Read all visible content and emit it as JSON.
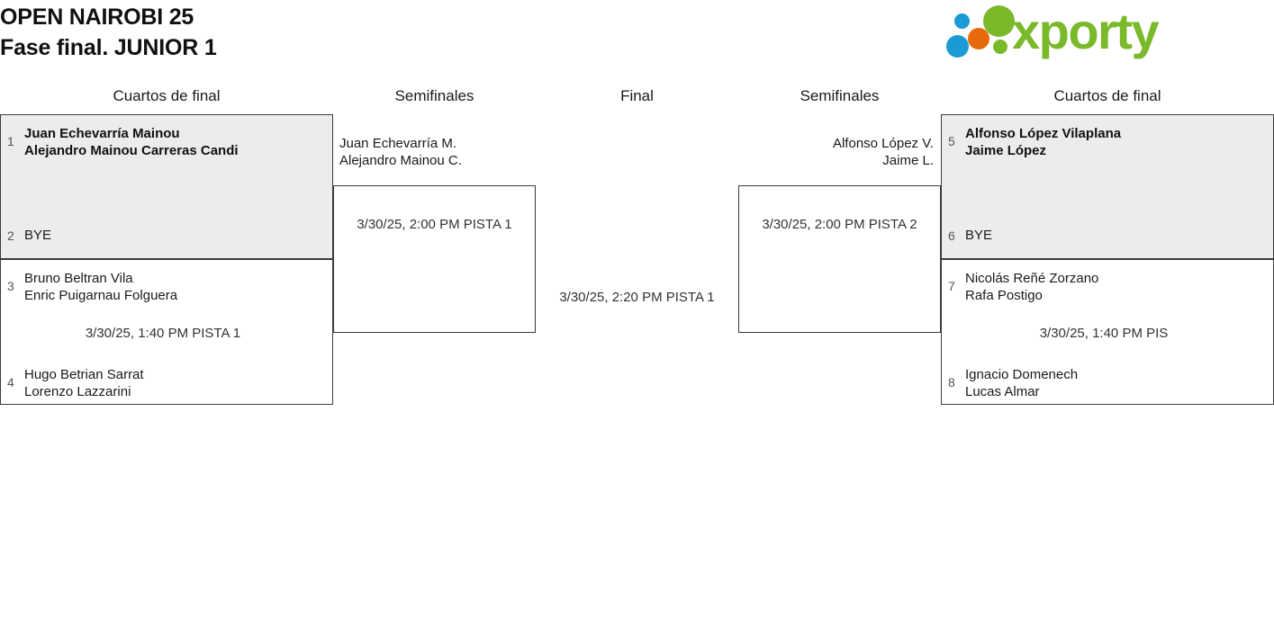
{
  "header": {
    "title_line1": "OPEN NAIROBI 25",
    "title_line2": "Fase final. JUNIOR 1",
    "logo_text": "xporty",
    "logo_colors": {
      "green": "#7ab929",
      "blue": "#1b9ad6",
      "orange": "#e8690b"
    }
  },
  "rounds": [
    {
      "label": "Cuartos de final"
    },
    {
      "label": "Semifinales"
    },
    {
      "label": "Final"
    },
    {
      "label": "Semifinales"
    },
    {
      "label": "Cuartos de final"
    }
  ],
  "left_quarterfinals": [
    {
      "highlighted": true,
      "top": {
        "seed": "1",
        "line1": "Juan Echevarría Mainou",
        "line2": "Alejandro Mainou Carreras Candi",
        "winner": true
      },
      "bottom": {
        "seed": "2",
        "line1": "BYE",
        "line2": "",
        "winner": false
      },
      "info": ""
    },
    {
      "highlighted": false,
      "top": {
        "seed": "3",
        "line1": "Bruno Beltran Vila",
        "line2": "Enric Puigarnau Folguera",
        "winner": false
      },
      "bottom": {
        "seed": "4",
        "line1": "Hugo Betrian Sarrat",
        "line2": "Lorenzo Lazzarini",
        "winner": false
      },
      "info": "3/30/25, 1:40 PM PISTA 1"
    }
  ],
  "right_quarterfinals": [
    {
      "highlighted": true,
      "top": {
        "seed": "5",
        "line1": "Alfonso López Vilaplana",
        "line2": "Jaime López",
        "winner": true
      },
      "bottom": {
        "seed": "6",
        "line1": "BYE",
        "line2": "",
        "winner": false
      },
      "info": ""
    },
    {
      "highlighted": false,
      "top": {
        "seed": "7",
        "line1": "Nicolás Reñé Zorzano",
        "line2": "Rafa Postigo",
        "winner": false
      },
      "bottom": {
        "seed": "8",
        "line1": "Ignacio Domenech",
        "line2": "Lucas Almar",
        "winner": false
      },
      "info": "3/30/25, 1:40 PM PIS"
    }
  ],
  "left_semifinal": {
    "feeder_line1": "Juan Echevarría M.",
    "feeder_line2": "Alejandro Mainou C.",
    "info": "3/30/25, 2:00 PM PISTA 1"
  },
  "right_semifinal": {
    "feeder_line1": "Alfonso López V.",
    "feeder_line2": "Jaime L.",
    "info": "3/30/25, 2:00 PM PISTA 2"
  },
  "final": {
    "info": "3/30/25, 2:20 PM PISTA 1"
  }
}
